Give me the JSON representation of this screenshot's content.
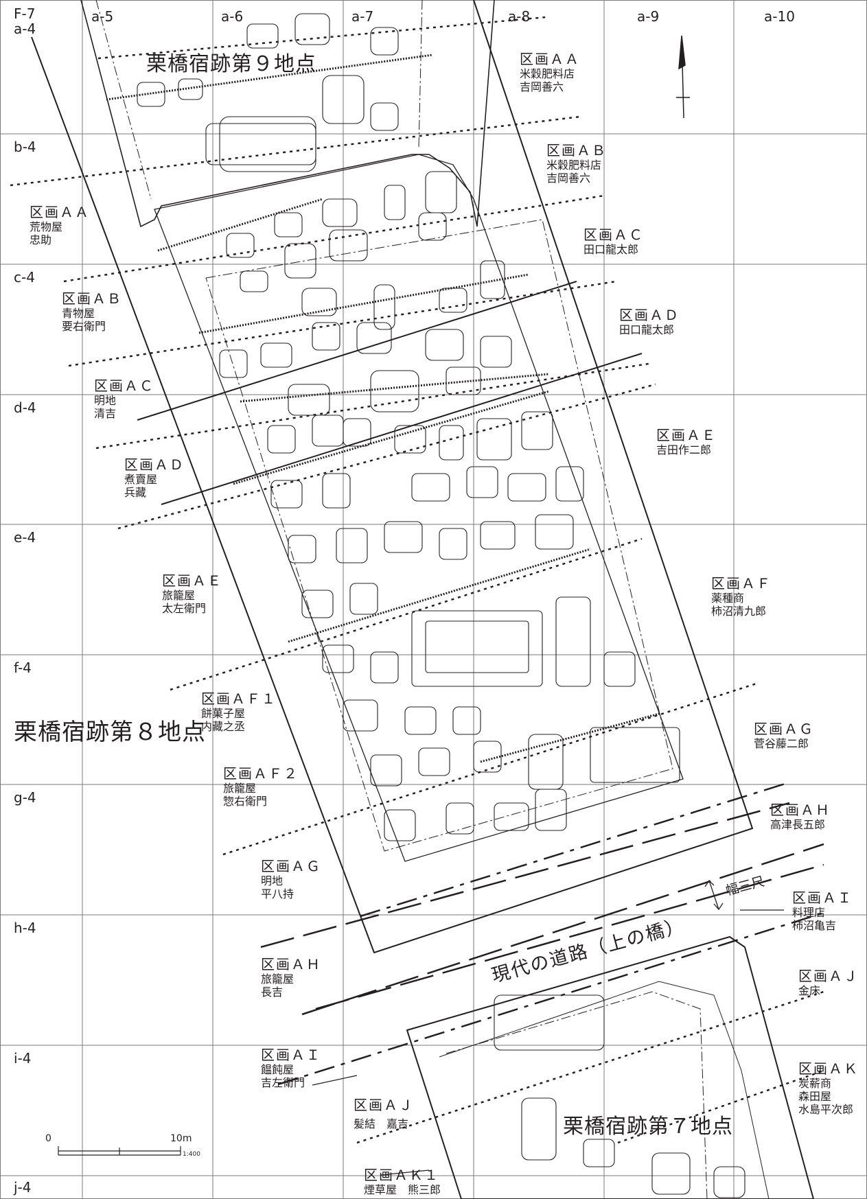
{
  "grid": {
    "top_row": [
      "F-7",
      "a-5",
      "a-6",
      "a-7",
      "a-8",
      "a-9",
      "a-10"
    ],
    "corner_sub": "a-4",
    "rows": [
      "b-4",
      "c-4",
      "d-4",
      "e-4",
      "f-4",
      "g-4",
      "h-4",
      "i-4",
      "j-4"
    ]
  },
  "sites": {
    "point9": "栗橋宿跡第９地点",
    "point8": "栗橋宿跡第８地点",
    "point7": "栗橋宿跡第７地点"
  },
  "road": {
    "label": "現代の道路（上の橋）",
    "width_label": "幅三尺"
  },
  "east_blocks": [
    {
      "block": "区画ＡＡ",
      "lines": [
        "米穀肥料店",
        "吉岡善六"
      ]
    },
    {
      "block": "区画ＡＢ",
      "lines": [
        "米穀肥料店",
        "吉岡善六"
      ]
    },
    {
      "block": "区画ＡＣ",
      "lines": [
        "田口龍太郎"
      ]
    },
    {
      "block": "区画ＡＤ",
      "lines": [
        "田口龍太郎"
      ]
    },
    {
      "block": "区画ＡＥ",
      "lines": [
        "吉田作二郎"
      ]
    },
    {
      "block": "区画ＡＦ",
      "lines": [
        "薬種商",
        "柿沼清九郎"
      ]
    },
    {
      "block": "区画ＡＧ",
      "lines": [
        "菅谷藤二郎"
      ]
    },
    {
      "block": "区画ＡＨ",
      "lines": [
        "高津長五郎"
      ]
    },
    {
      "block": "区画ＡＩ",
      "lines": [
        "料理店",
        "柿沼亀吉"
      ]
    },
    {
      "block": "区画ＡＪ",
      "lines": [
        "金床"
      ]
    },
    {
      "block": "区画ＡＫ",
      "lines": [
        "炭薪商",
        "森田屋",
        "水島平次郎"
      ]
    }
  ],
  "west_blocks": [
    {
      "block": "区画ＡＡ",
      "lines": [
        "荒物屋",
        "忠助"
      ]
    },
    {
      "block": "区画ＡＢ",
      "lines": [
        "青物屋",
        "要右衛門"
      ]
    },
    {
      "block": "区画ＡＣ",
      "lines": [
        "明地",
        "清吉"
      ]
    },
    {
      "block": "区画ＡＤ",
      "lines": [
        "煮賣屋",
        "兵藏"
      ]
    },
    {
      "block": "区画ＡＥ",
      "lines": [
        "旅籠屋",
        "太左衛門"
      ]
    },
    {
      "block": "区画ＡＦ１",
      "lines": [
        "餅菓子屋",
        "内藏之丞"
      ]
    },
    {
      "block": "区画ＡＦ２",
      "lines": [
        "旅籠屋",
        "惣右衛門"
      ]
    },
    {
      "block": "区画ＡＧ",
      "lines": [
        "明地",
        "平八持"
      ]
    },
    {
      "block": "区画ＡＨ",
      "lines": [
        "旅籠屋",
        "長吉"
      ]
    },
    {
      "block": "区画ＡＩ",
      "lines": [
        "饂飩屋",
        "吉左衛門"
      ]
    },
    {
      "block": "区画ＡＪ",
      "lines": [
        "髪結　嘉吉"
      ]
    },
    {
      "block": "区画ＡＫ１",
      "lines": [
        "煙草屋　熊三郎"
      ]
    }
  ],
  "scale": {
    "zero": "0",
    "distance": "10m",
    "ratio": "1:400"
  },
  "north_arrow": {
    "icon": "north-arrow-icon"
  },
  "colors": {
    "ink": "#231f20",
    "paper": "#ffffff"
  }
}
